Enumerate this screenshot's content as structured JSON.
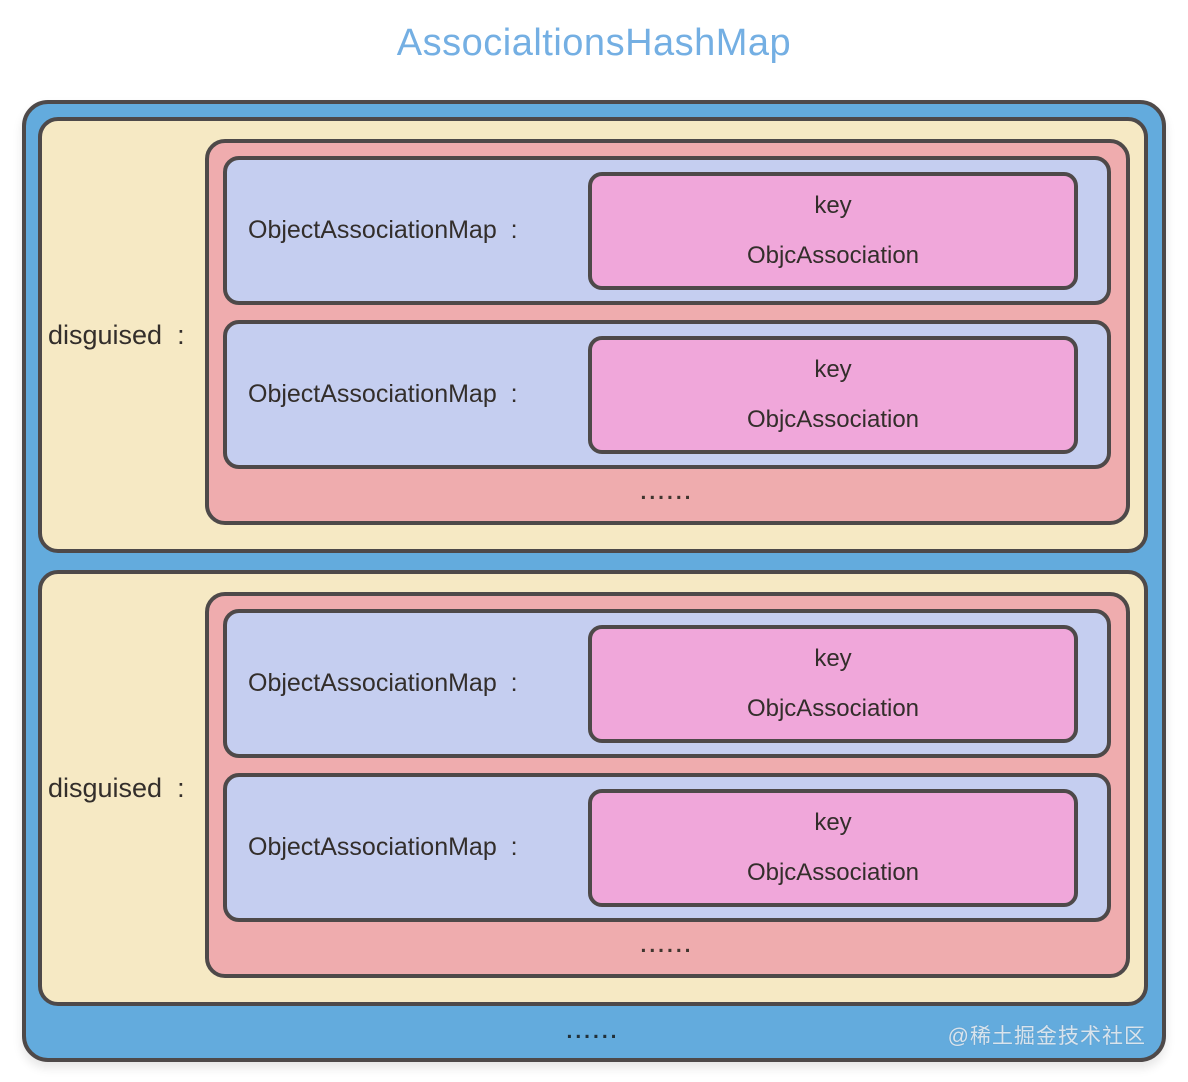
{
  "title": "AssocialtionsHashMap",
  "sections": [
    {
      "label": "disguised  :",
      "entries": [
        {
          "label": "ObjectAssociationMap  :",
          "key": "key",
          "value": "ObjcAssociation"
        },
        {
          "label": "ObjectAssociationMap  :",
          "key": "key",
          "value": "ObjcAssociation"
        }
      ],
      "ellipsis": "......"
    },
    {
      "label": "disguised  :",
      "entries": [
        {
          "label": "ObjectAssociationMap  :",
          "key": "key",
          "value": "ObjcAssociation"
        },
        {
          "label": "ObjectAssociationMap  :",
          "key": "key",
          "value": "ObjcAssociation"
        }
      ],
      "ellipsis": "......"
    }
  ],
  "outer_ellipsis": "......",
  "watermark": "@稀土掘金技术社区",
  "colors": {
    "title": "#74AFE3",
    "outer_box": "#63ABDD",
    "section_box": "#F6E9C4",
    "map_box": "#EFACAE",
    "entry_box": "#C5CEF0",
    "key_box": "#F0A7DA",
    "border": "#4E4949",
    "text": "#332E2B"
  }
}
